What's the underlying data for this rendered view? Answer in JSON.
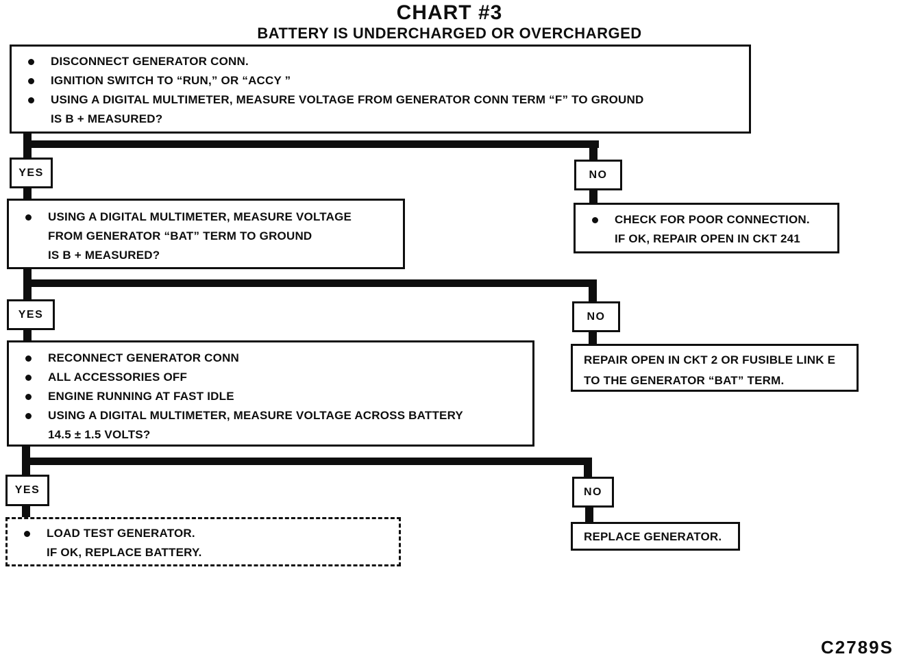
{
  "page": {
    "title": "CHART #3",
    "subtitle": "BATTERY IS UNDERCHARGED OR OVERCHARGED",
    "figure_code": "C2789S"
  },
  "colors": {
    "ink": "#0e0e0e",
    "paper": "#ffffff"
  },
  "flow": {
    "step1": {
      "b1": "DISCONNECT GENERATOR CONN.",
      "b2": "IGNITION SWITCH TO “RUN,” OR “ACCY ”",
      "b3": "USING A DIGITAL MULTIMETER, MEASURE VOLTAGE FROM GENERATOR CONN TERM “F” TO GROUND",
      "q": "IS B + MEASURED?"
    },
    "branch1": {
      "yes": "YES",
      "no": "NO"
    },
    "step2_yes": {
      "l1": "USING A DIGITAL MULTIMETER, MEASURE VOLTAGE",
      "l2": "FROM GENERATOR “BAT” TERM TO GROUND",
      "q": "IS B + MEASURED?"
    },
    "step2_no": {
      "l1": "CHECK FOR POOR CONNECTION.",
      "l2": "IF OK, REPAIR OPEN IN CKT 241"
    },
    "branch2": {
      "yes": "YES",
      "no": "NO"
    },
    "step3_yes": {
      "b1": "RECONNECT GENERATOR CONN",
      "b2": "ALL ACCESSORIES OFF",
      "b3": "ENGINE RUNNING AT FAST IDLE",
      "b4": "USING A DIGITAL MULTIMETER, MEASURE VOLTAGE ACROSS BATTERY",
      "q": "14.5 ± 1.5 VOLTS?"
    },
    "step3_no": {
      "l1": "REPAIR OPEN IN CKT 2 OR FUSIBLE LINK E",
      "l2": "TO THE GENERATOR “BAT” TERM."
    },
    "branch3": {
      "yes": "YES",
      "no": "NO"
    },
    "step4_yes": {
      "l1": "LOAD TEST GENERATOR.",
      "l2": "IF OK, REPLACE BATTERY."
    },
    "step4_no": {
      "l1": "REPLACE GENERATOR."
    }
  }
}
